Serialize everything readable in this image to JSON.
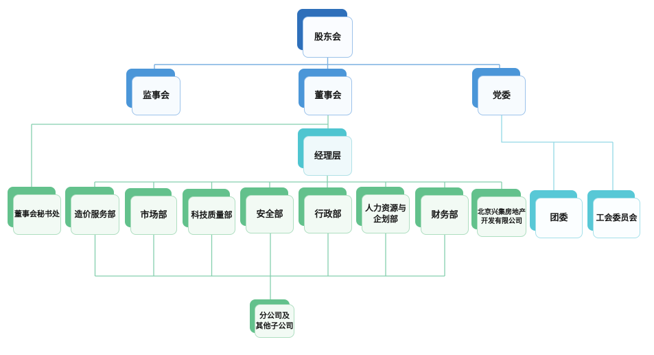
{
  "diagram": {
    "type": "org-chart",
    "nodes": [
      {
        "id": "shareholders-meeting",
        "label": "股东会",
        "parent": null,
        "style": "blue-dark"
      },
      {
        "id": "supervisory-board",
        "label": "监事会",
        "parent": "shareholders-meeting",
        "style": "blue"
      },
      {
        "id": "board-of-directors",
        "label": "董事会",
        "parent": "shareholders-meeting",
        "style": "blue"
      },
      {
        "id": "party-committee",
        "label": "党委",
        "parent": "shareholders-meeting",
        "style": "blue"
      },
      {
        "id": "management-team",
        "label": "经理层",
        "parent": "board-of-directors",
        "style": "teal"
      },
      {
        "id": "board-secretariat",
        "label": "董事会秘书处",
        "parent": "board-of-directors",
        "style": "green"
      },
      {
        "id": "cost-service-dept",
        "label": "造价服务部",
        "parent": "management-team",
        "style": "green"
      },
      {
        "id": "marketing-dept",
        "label": "市场部",
        "parent": "management-team",
        "style": "green"
      },
      {
        "id": "tech-quality-dept",
        "label": "科技质量部",
        "parent": "management-team",
        "style": "green"
      },
      {
        "id": "safety-dept",
        "label": "安全部",
        "parent": "management-team",
        "style": "green"
      },
      {
        "id": "administration-dept",
        "label": "行政部",
        "parent": "management-team",
        "style": "green"
      },
      {
        "id": "hr-planning-dept",
        "label": "人力资源与\n企划部",
        "parent": "management-team",
        "style": "green"
      },
      {
        "id": "finance-dept",
        "label": "财务部",
        "parent": "management-team",
        "style": "green"
      },
      {
        "id": "beijing-xingji-real-estate",
        "label": "北京兴集房地产\n开发有限公司",
        "parent": "management-team",
        "style": "green"
      },
      {
        "id": "youth-league-committee",
        "label": "团委",
        "parent": "party-committee",
        "style": "cyan"
      },
      {
        "id": "labor-union-committee",
        "label": "工会委员会",
        "parent": "party-committee",
        "style": "cyan"
      },
      {
        "id": "branches-subsidiaries",
        "label": "分公司及\n其他子公司",
        "parent": "departments-row",
        "style": "green"
      }
    ],
    "palette": {
      "level1_shadow": "#2e6fba",
      "level2_shadow": "#4b96d8",
      "manager_shadow": "#4fc5d0",
      "department_shadow": "#63c18c",
      "party_branch_shadow": "#58c8d6",
      "blue_connector": "#7cb1e0",
      "green_connector": "#84cfad",
      "cyan_connector": "#92d8e5",
      "text": "#151515",
      "background": "#ffffff"
    }
  }
}
